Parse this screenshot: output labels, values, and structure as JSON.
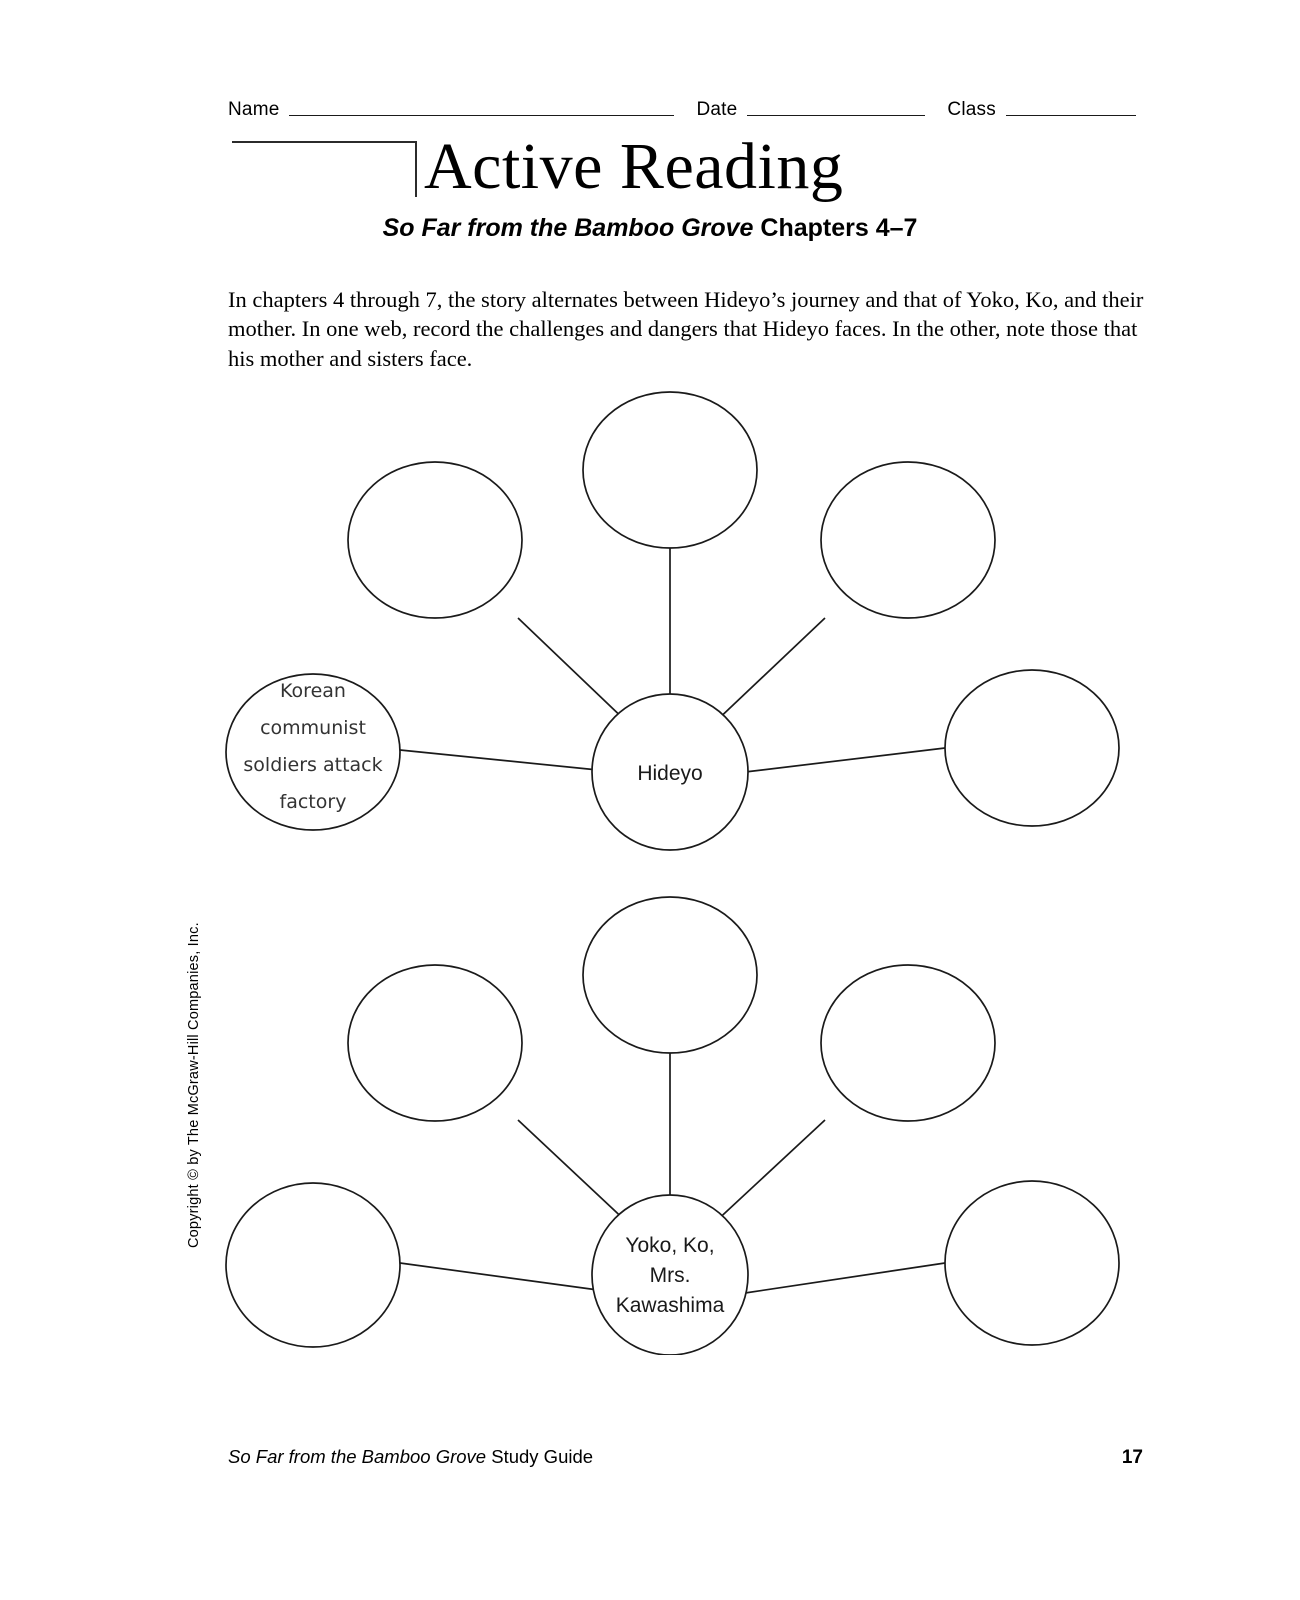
{
  "header": {
    "name_label": "Name",
    "date_label": "Date",
    "class_label": "Class"
  },
  "title": "Active Reading",
  "subtitle": {
    "book": "So Far from the Bamboo Grove",
    "rest": " Chapters 4–7"
  },
  "intro": "In chapters 4 through 7, the story alternates between Hideyo’s journey and that of Yoko, Ko, and their mother. In one web, record the challenges and dangers that Hideyo faces. In the other, note those that his mother and sisters face.",
  "copyright": "Copyright © by The McGraw-Hill Companies, Inc.",
  "webs": [
    {
      "id": "web-hideyo",
      "center_label": "Hideyo",
      "center_lines": [
        "Hideyo"
      ],
      "nodes": [
        {
          "position": "top",
          "text": ""
        },
        {
          "position": "upper-left",
          "text": ""
        },
        {
          "position": "upper-right",
          "text": ""
        },
        {
          "position": "left",
          "text": "Korean communist soldiers attack factory",
          "lines": [
            "Korean",
            "communist",
            "soldiers attack",
            "factory"
          ],
          "handwritten": true
        },
        {
          "position": "right",
          "text": ""
        }
      ]
    },
    {
      "id": "web-yoko",
      "center_label": "Yoko, Ko, Mrs. Kawashima",
      "center_lines": [
        "Yoko, Ko,",
        "Mrs.",
        "Kawashima"
      ],
      "nodes": [
        {
          "position": "top",
          "text": ""
        },
        {
          "position": "upper-left",
          "text": ""
        },
        {
          "position": "upper-right",
          "text": ""
        },
        {
          "position": "left",
          "text": ""
        },
        {
          "position": "right",
          "text": ""
        }
      ]
    }
  ],
  "footer": {
    "book": "So Far from the Bamboo Grove",
    "rest": " Study Guide",
    "page_number": "17"
  },
  "colors": {
    "ink": "#1a1a1a",
    "paper": "#ffffff"
  }
}
